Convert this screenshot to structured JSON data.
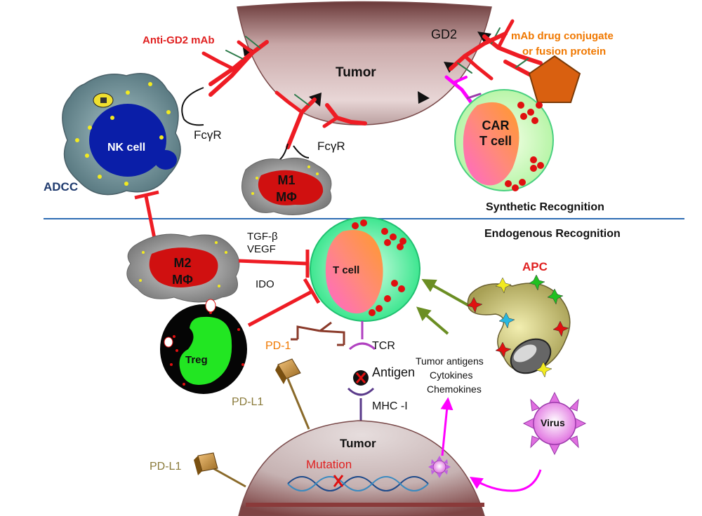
{
  "top": {
    "tumor_label": "Tumor",
    "gd2_label": "GD2",
    "anti_gd2_label": "Anti-GD2 mAb",
    "drug_conjugate_line1": "mAb drug conjugate",
    "drug_conjugate_line2": "or fusion protein",
    "fcr_label_1": "FcγR",
    "fcr_label_2": "FcγR",
    "nk_label": "NK cell",
    "adcc_label": "ADCC",
    "m1_line1": "M1",
    "m1_line2": "MΦ",
    "car_line1": "CAR",
    "car_line2": "T cell",
    "synthetic_label": "Synthetic Recognition"
  },
  "bottom": {
    "endogenous_label": "Endogenous Recognition",
    "tgf_label": "TGF-β",
    "vegf_label": "VEGF",
    "ido_label": "IDO",
    "m2_line1": "M2",
    "m2_line2": "MΦ",
    "treg_label": "Treg",
    "tcell_label": "T cell",
    "pd1_label": "PD-1",
    "tcr_label": "TCR",
    "antigen_label": "Antigen",
    "mhc_label": "MHC -I",
    "pdl1_label_1": "PD-L1",
    "pdl1_label_2": "PD-L1",
    "apc_label": "APC",
    "tumor_antigens_label": "Tumor antigens",
    "cytokines_label": "Cytokines",
    "chemokines_label": "Chemokines",
    "virus_label": "Virus",
    "tumor_label": "Tumor",
    "mutation_label": "Mutation"
  },
  "colors": {
    "antibody_red": "#ee1c24",
    "label_red": "#e02020",
    "label_orange": "#f07800",
    "label_navy": "#1f3a6e",
    "divider_blue": "#2e6db4",
    "arrow_green": "#6b8e23",
    "magenta": "#ff00ff",
    "pdl1_olive": "#8a7a3a"
  }
}
